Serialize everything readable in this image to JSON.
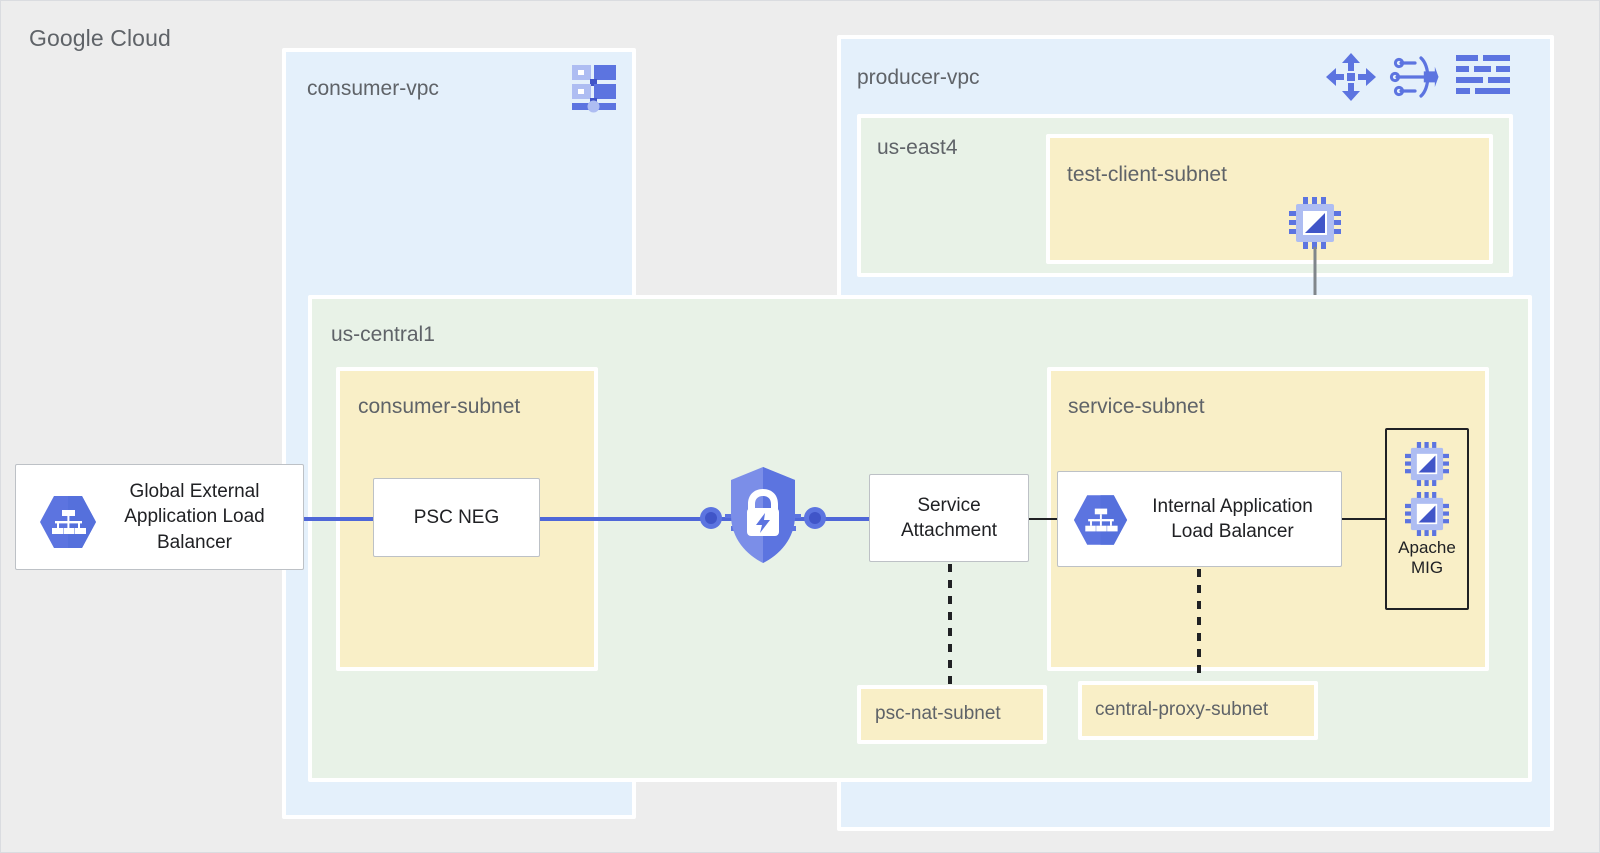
{
  "diagram": {
    "title": "Google Cloud",
    "background_color": "#EDEDED",
    "vpc_color": "#E4F0FB",
    "region_color": "#E8F2E7",
    "subnet_color": "#F9EFC7",
    "accent_blue": "#4F67D8",
    "icon_blue": "#5C74E0",
    "arrow_gray": "#80868B"
  },
  "consumer_vpc": {
    "label": "consumer-vpc",
    "icon": "vpc-network-icon"
  },
  "producer_vpc": {
    "label": "producer-vpc",
    "icons": [
      "traffic-director-icon",
      "load-balancer-icon",
      "vpc-network-icon"
    ]
  },
  "us_east4": {
    "label": "us-east4",
    "subnet": {
      "label": "test-client-subnet",
      "instance_icon": "vm-chip-icon"
    }
  },
  "us_central1": {
    "label": "us-central1",
    "consumer_subnet": {
      "label": "consumer-subnet",
      "node": {
        "label": "PSC NEG"
      }
    },
    "service_subnet": {
      "label": "service-subnet",
      "load_balancer": {
        "label": "Internal Application Load Balancer",
        "line1": "Internal Application",
        "line2": "Load Balancer",
        "icon": "load-balancer-hex-icon"
      },
      "mig": {
        "line1": "Apache",
        "line2": "MIG",
        "instance_icons": [
          "vm-chip-icon",
          "vm-chip-icon"
        ]
      }
    },
    "service_attachment": {
      "line1": "Service",
      "line2": "Attachment"
    },
    "psc_nat_subnet": {
      "label": "psc-nat-subnet"
    },
    "central_proxy_subnet": {
      "label": "central-proxy-subnet"
    }
  },
  "external": {
    "load_balancer": {
      "label": "Global External Application Load Balancer",
      "line1": "Global External",
      "line2": "Application Load",
      "line3": "Balancer",
      "icon": "load-balancer-hex-icon"
    }
  },
  "private_service_connect": {
    "icon": "psc-shield-lock-icon"
  }
}
